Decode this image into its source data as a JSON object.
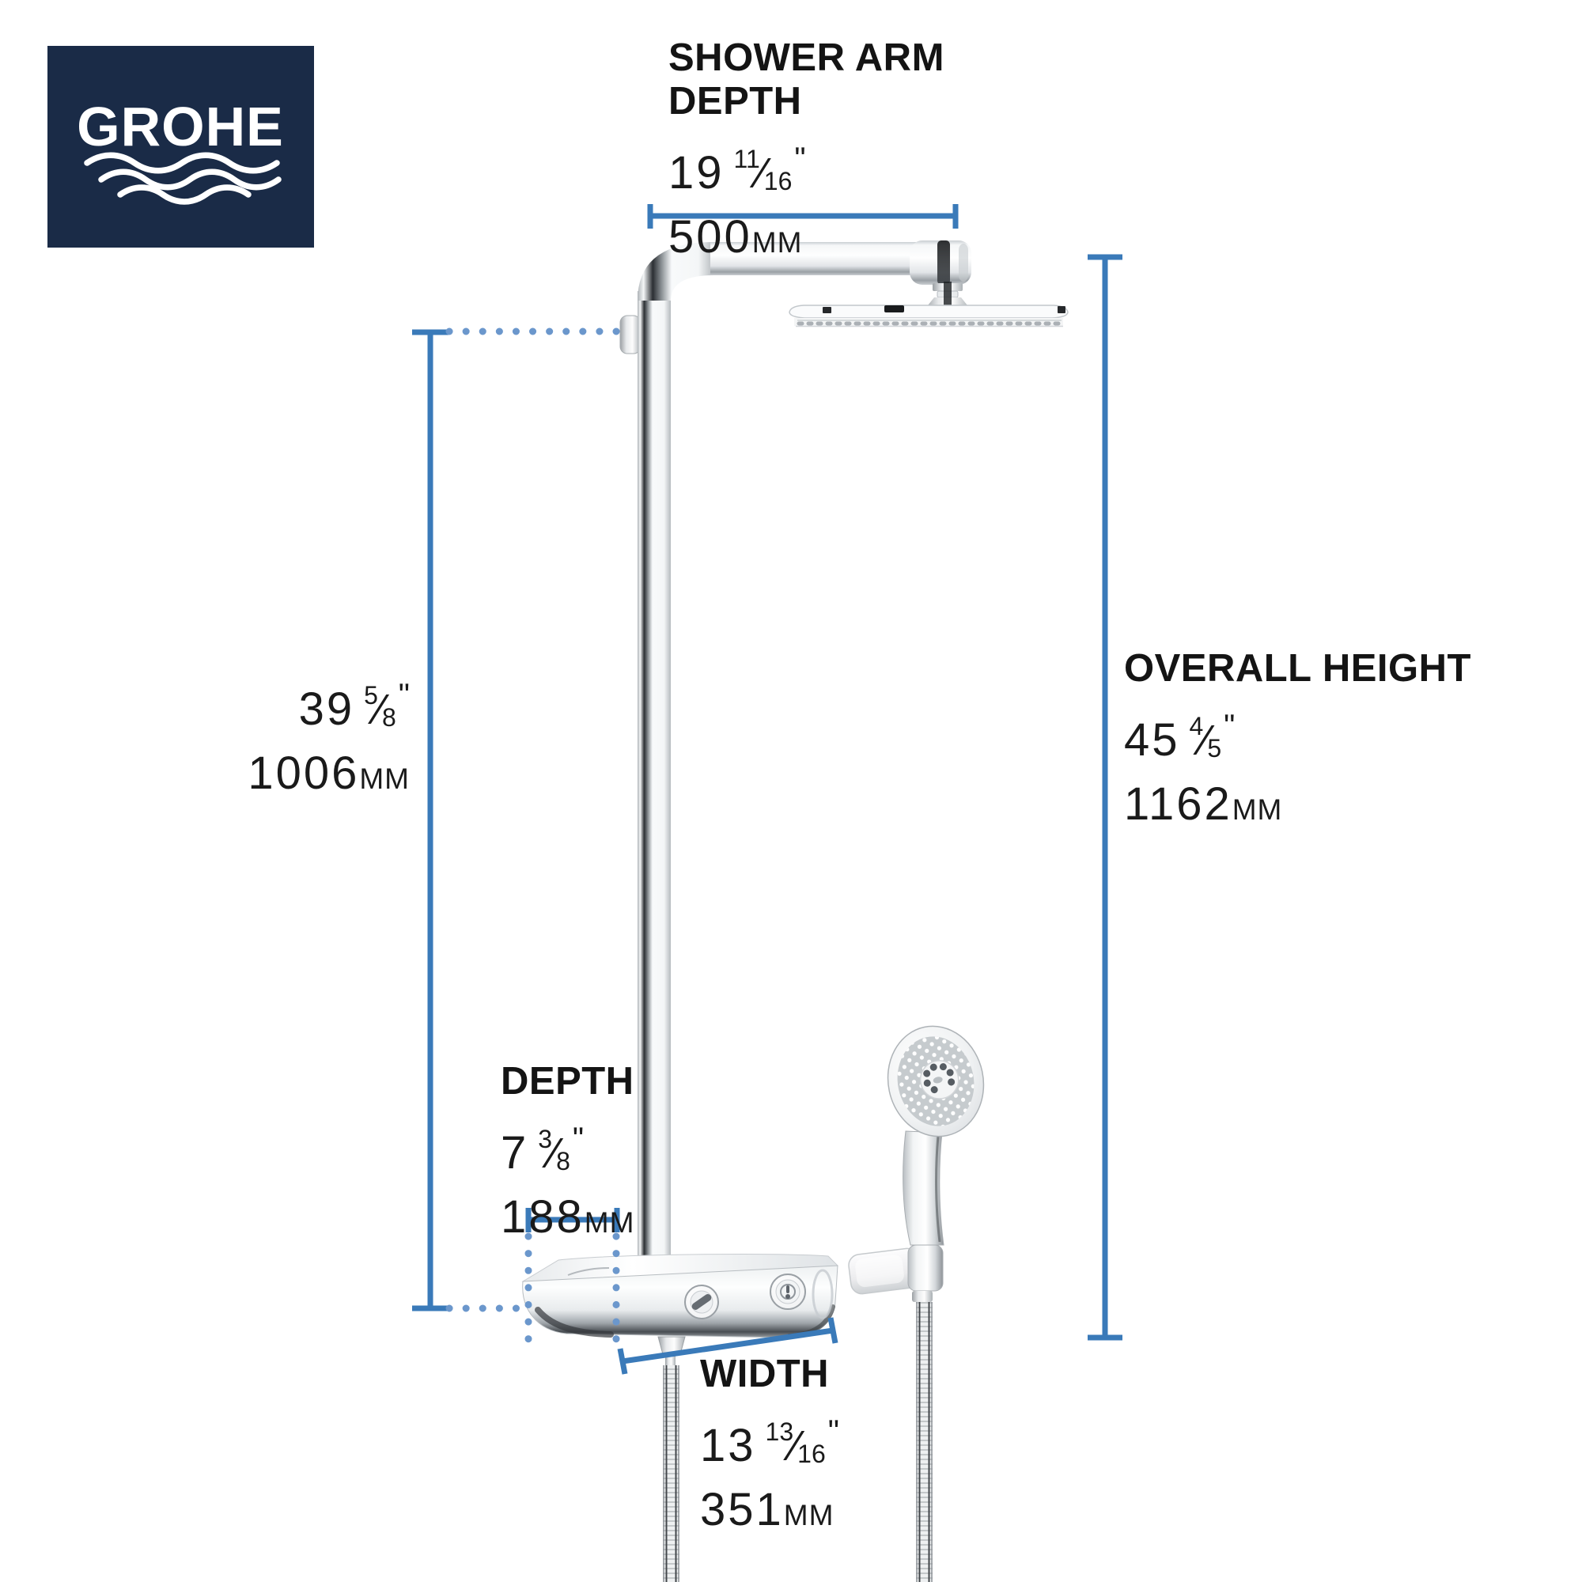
{
  "logo": {
    "brand": "GROHE"
  },
  "format": {
    "fraction_slash": "⁄",
    "inch_mark": "\""
  },
  "annotations": {
    "shower_arm_depth": {
      "label_line1": "SHOWER ARM",
      "label_line2": "DEPTH",
      "imperial_whole": "19",
      "fraction_numerator": "11",
      "fraction_denominator": "16",
      "metric_value": "500",
      "metric_unit": "MM"
    },
    "overall_height": {
      "label": "OVERALL HEIGHT",
      "imperial_whole": "45",
      "fraction_numerator": "4",
      "fraction_denominator": "5",
      "metric_value": "1162",
      "metric_unit": "MM"
    },
    "upper_bar_height": {
      "imperial_whole": "39",
      "fraction_numerator": "5",
      "fraction_denominator": "8",
      "metric_value": "1006",
      "metric_unit": "MM"
    },
    "depth": {
      "label": "DEPTH",
      "imperial_whole": "7",
      "fraction_numerator": "3",
      "fraction_denominator": "8",
      "metric_value": "188",
      "metric_unit": "MM"
    },
    "width": {
      "label": "WIDTH",
      "imperial_whole": "13",
      "fraction_numerator": "13",
      "fraction_denominator": "16",
      "metric_value": "351",
      "metric_unit": "MM"
    }
  },
  "colors": {
    "background": "#ffffff",
    "logo_navy": "#1a2b47",
    "logo_text": "#ffffff",
    "dimension_blue": "#3a7ab9",
    "dimension_dot_blue": "#6b97cc",
    "text_color": "#1a1a1a"
  }
}
